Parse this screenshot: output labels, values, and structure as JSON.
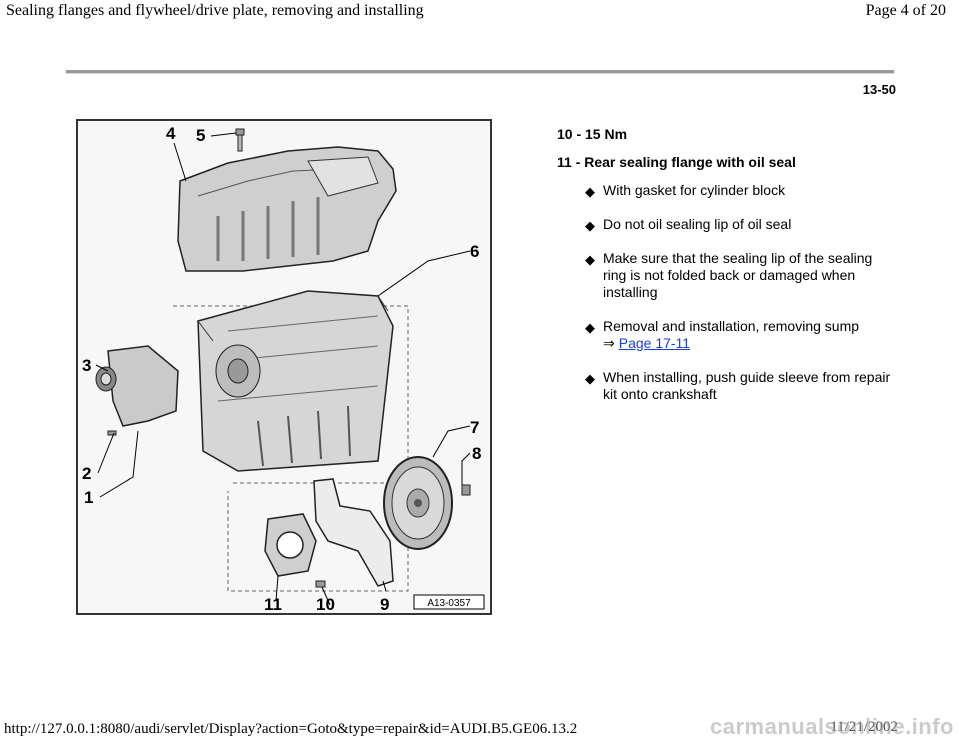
{
  "header": {
    "title": "Sealing flanges and flywheel/drive plate, removing and installing",
    "page_indicator": "Page 4 of 20"
  },
  "page_number": "13-50",
  "figure": {
    "callouts": [
      "1",
      "2",
      "3",
      "4",
      "5",
      "6",
      "7",
      "8",
      "9",
      "10",
      "11"
    ],
    "code": "A13-0357"
  },
  "content": {
    "items": [
      {
        "label": "10 - 15 Nm",
        "bullets": []
      },
      {
        "label": "11 - Rear sealing flange with oil seal",
        "bullets": [
          {
            "text": "With gasket for cylinder block"
          },
          {
            "text": "Do not oil sealing lip of oil seal"
          },
          {
            "text": "Make sure that the sealing lip of the sealing ring is not folded back or damaged when installing"
          },
          {
            "text": "Removal and installation, removing sump",
            "arrow": "⇒",
            "link": "Page 17-11"
          },
          {
            "text": "When installing, push guide sleeve from repair kit onto crankshaft"
          }
        ]
      }
    ]
  },
  "footer": {
    "url": "http://127.0.0.1:8080/audi/servlet/Display?action=Goto&type=repair&id=AUDI.B5.GE06.13.2",
    "date": "11/21/2002",
    "watermark": "carmanualsonline.info"
  }
}
